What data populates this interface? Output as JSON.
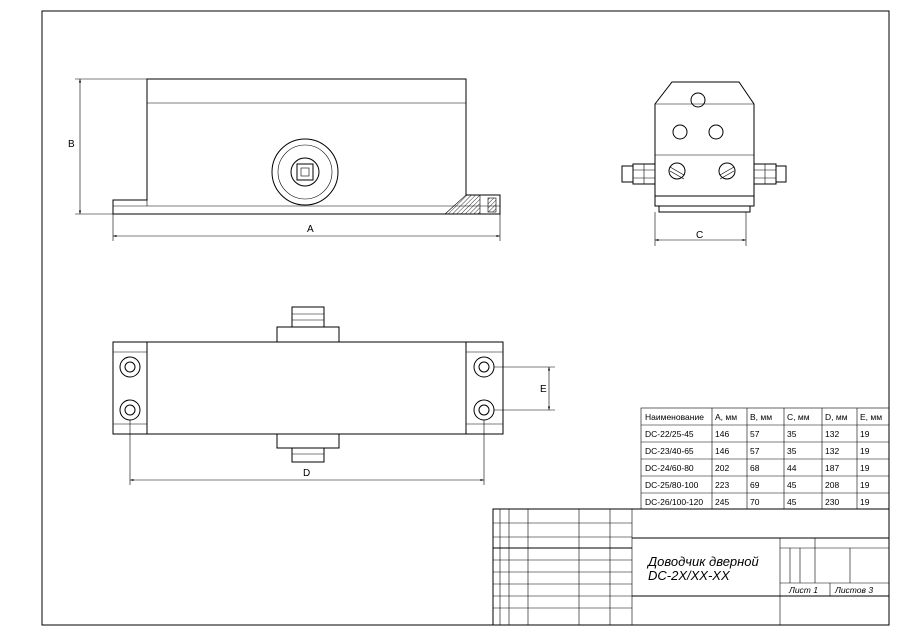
{
  "dimension_labels": {
    "a": "A",
    "b": "B",
    "c": "C",
    "d": "D",
    "e": "E"
  },
  "spec_table": {
    "headers": [
      "Наименование",
      "A, мм",
      "B, мм",
      "C, мм",
      "D, мм",
      "E, мм"
    ],
    "rows": [
      [
        "DC-22/25-45",
        "146",
        "57",
        "35",
        "132",
        "19"
      ],
      [
        "DC-23/40-65",
        "146",
        "57",
        "35",
        "132",
        "19"
      ],
      [
        "DC-24/60-80",
        "202",
        "68",
        "44",
        "187",
        "19"
      ],
      [
        "DC-25/80-100",
        "223",
        "69",
        "45",
        "208",
        "19"
      ],
      [
        "DC-26/100-120",
        "245",
        "70",
        "45",
        "230",
        "19"
      ]
    ]
  },
  "title_block": {
    "title_line1": "Доводчик дверной",
    "title_line2": "DC-2X/XX-XX",
    "sheet": "Лист 1",
    "sheets": "Листов 3"
  }
}
